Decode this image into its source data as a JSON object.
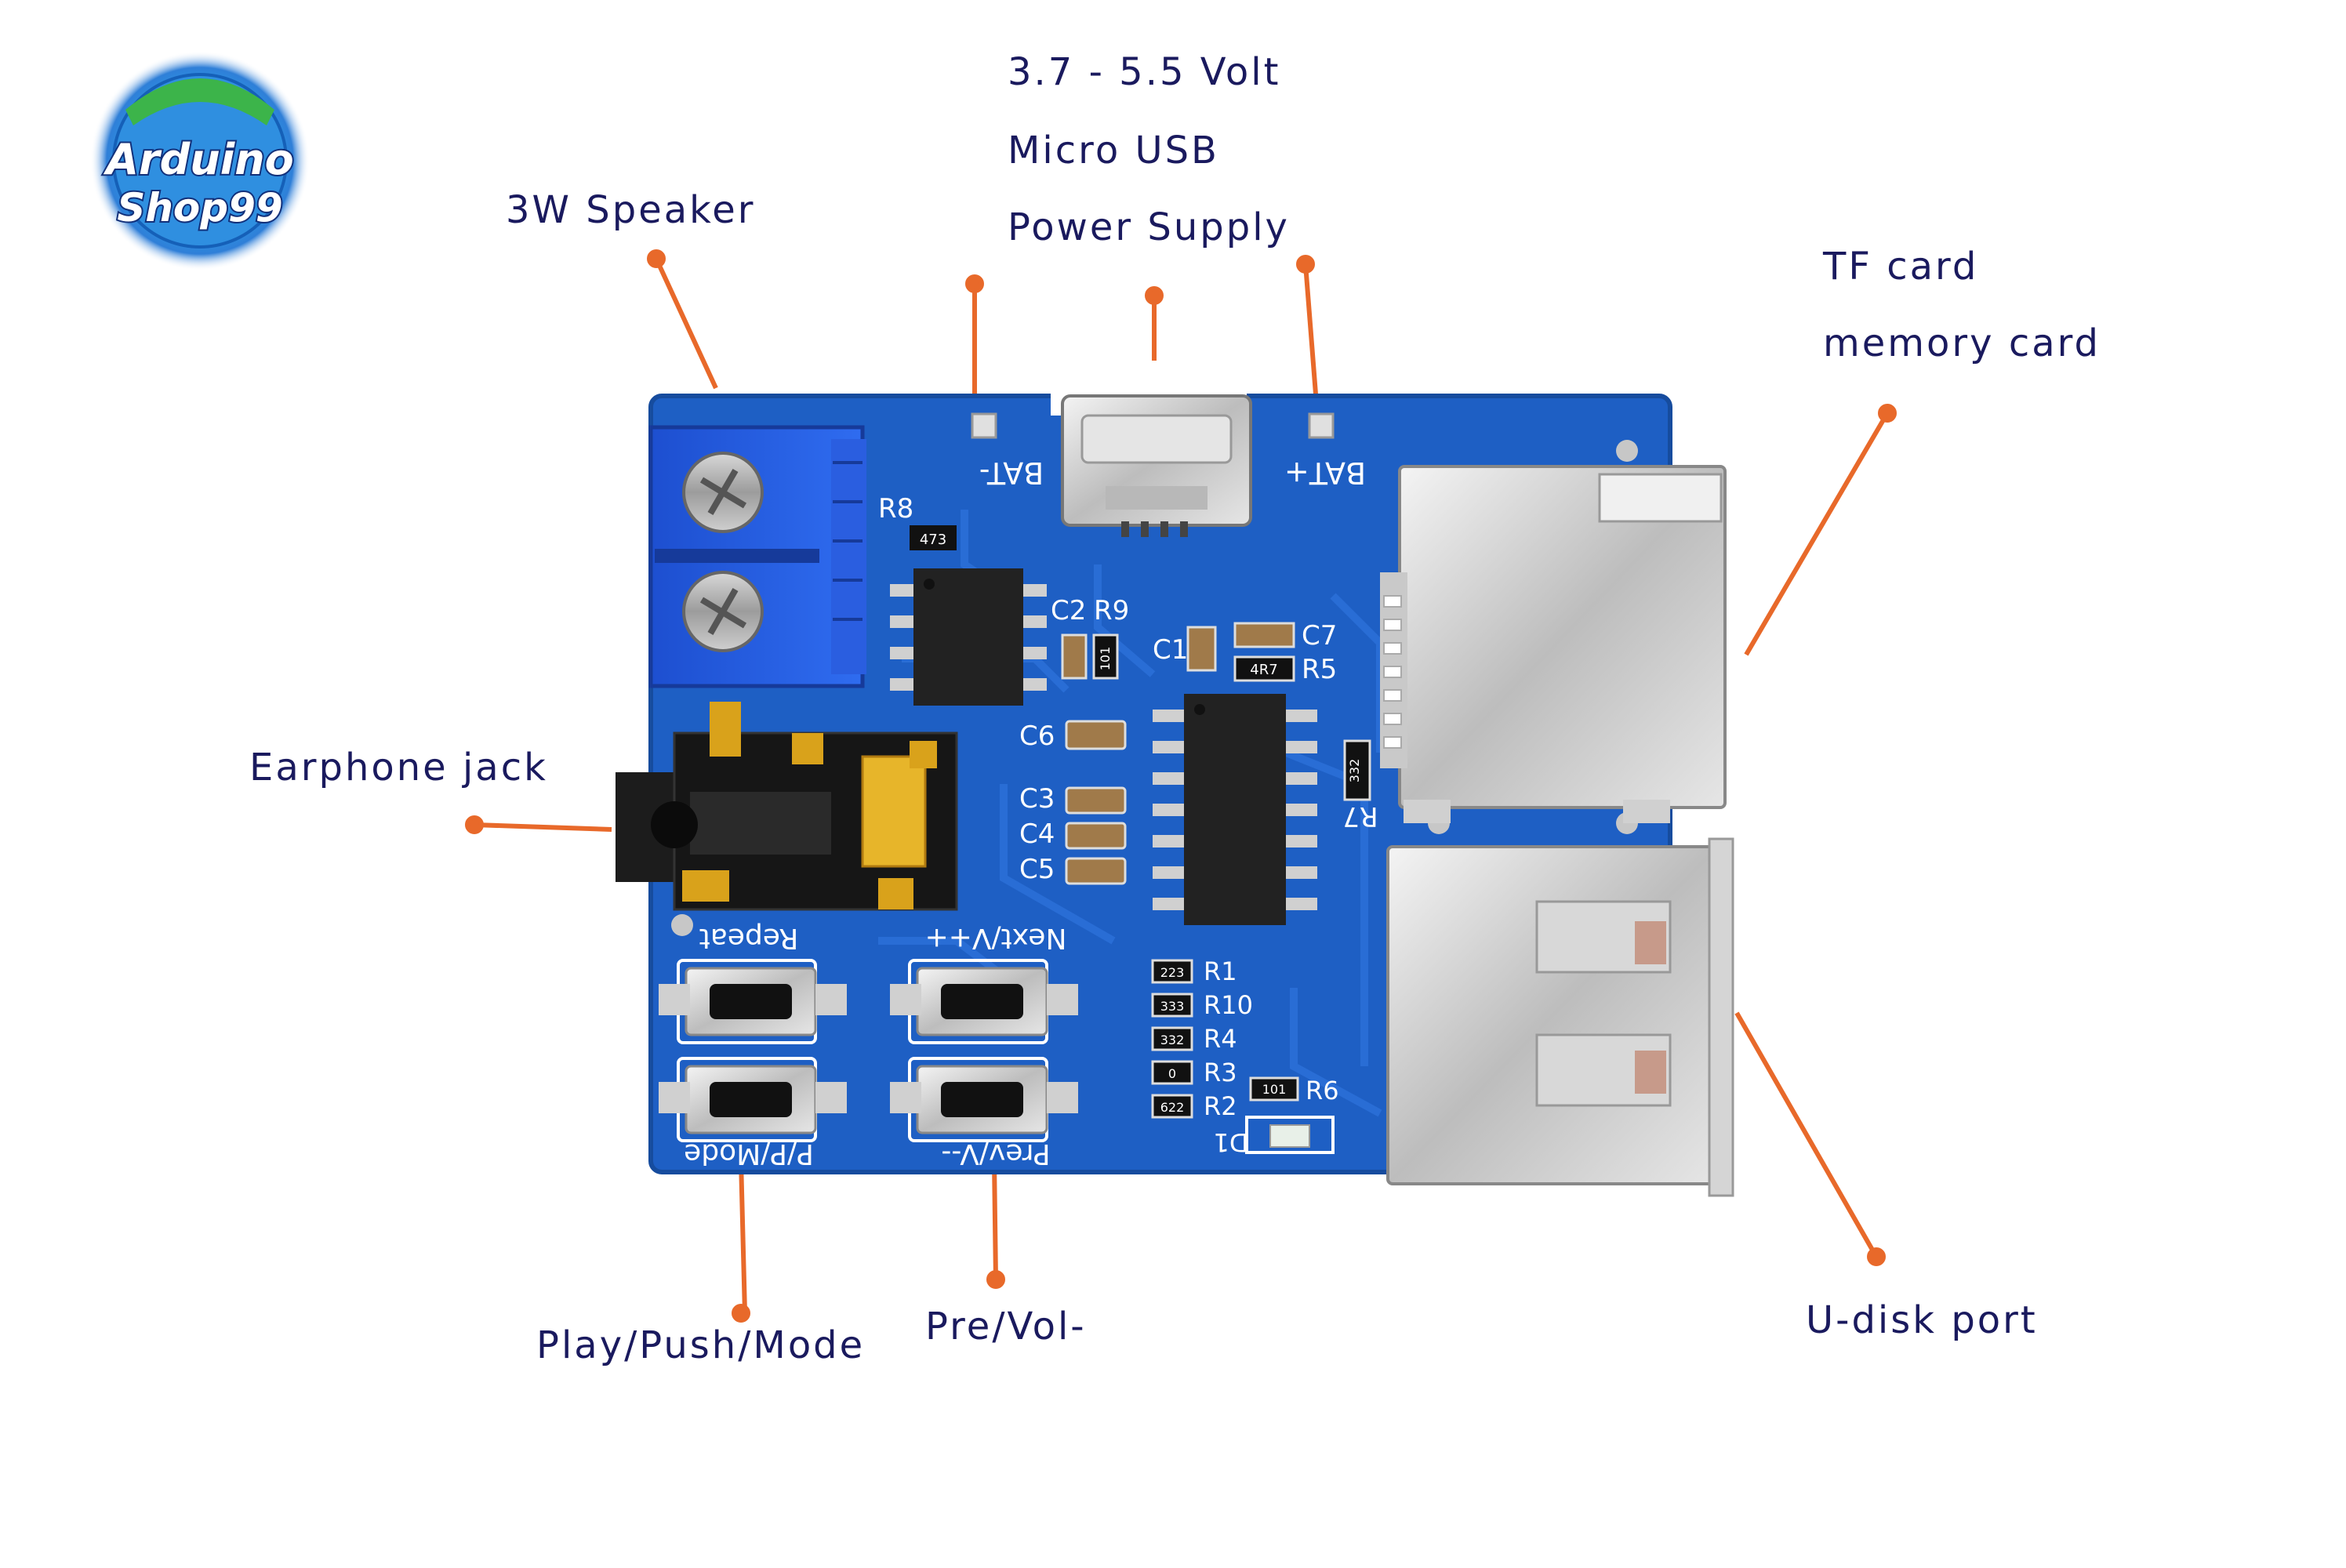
{
  "logo": {
    "line1": "Arduino",
    "line2": "Shop99"
  },
  "callouts": {
    "power": [
      "3.7 - 5.5 Volt",
      "Micro USB",
      "Power Supply"
    ],
    "speaker": "3W Speaker",
    "tf_card": [
      "TF card",
      "memory card"
    ],
    "earphone": "Earphone jack",
    "play": "Play/Push/Mode",
    "prev": "Pre/Vol-",
    "udisk": "U-disk port"
  },
  "board": {
    "bat_minus": "BAT-",
    "bat_plus": "BAT+",
    "repeat": "Repeat",
    "next": "Next/V++",
    "pmode": "P/P/Mode",
    "prev": "Prev/V--",
    "refs": {
      "r8": "R8",
      "c2": "C2",
      "r9": "R9",
      "c1": "C1",
      "c7": "C7",
      "r5": "R5",
      "c6": "C6",
      "c3": "C3",
      "c4": "C4",
      "c5": "C5",
      "r7": "R7",
      "r1": "R1",
      "r10": "R10",
      "r4": "R4",
      "r3": "R3",
      "r2": "R2",
      "r6": "R6",
      "d1": "D1"
    },
    "markings": {
      "r8": "473",
      "r9": "101",
      "r5": "4R7",
      "r7": "332",
      "r1": "223",
      "r10": "333",
      "r4": "332",
      "r3": "0",
      "r2": "622",
      "r6": "101"
    }
  },
  "colors": {
    "pcb": "#1e5fc4",
    "pcb_dark": "#164c9e",
    "callout_line": "#e8692a",
    "label_text": "#1a1a5e"
  }
}
